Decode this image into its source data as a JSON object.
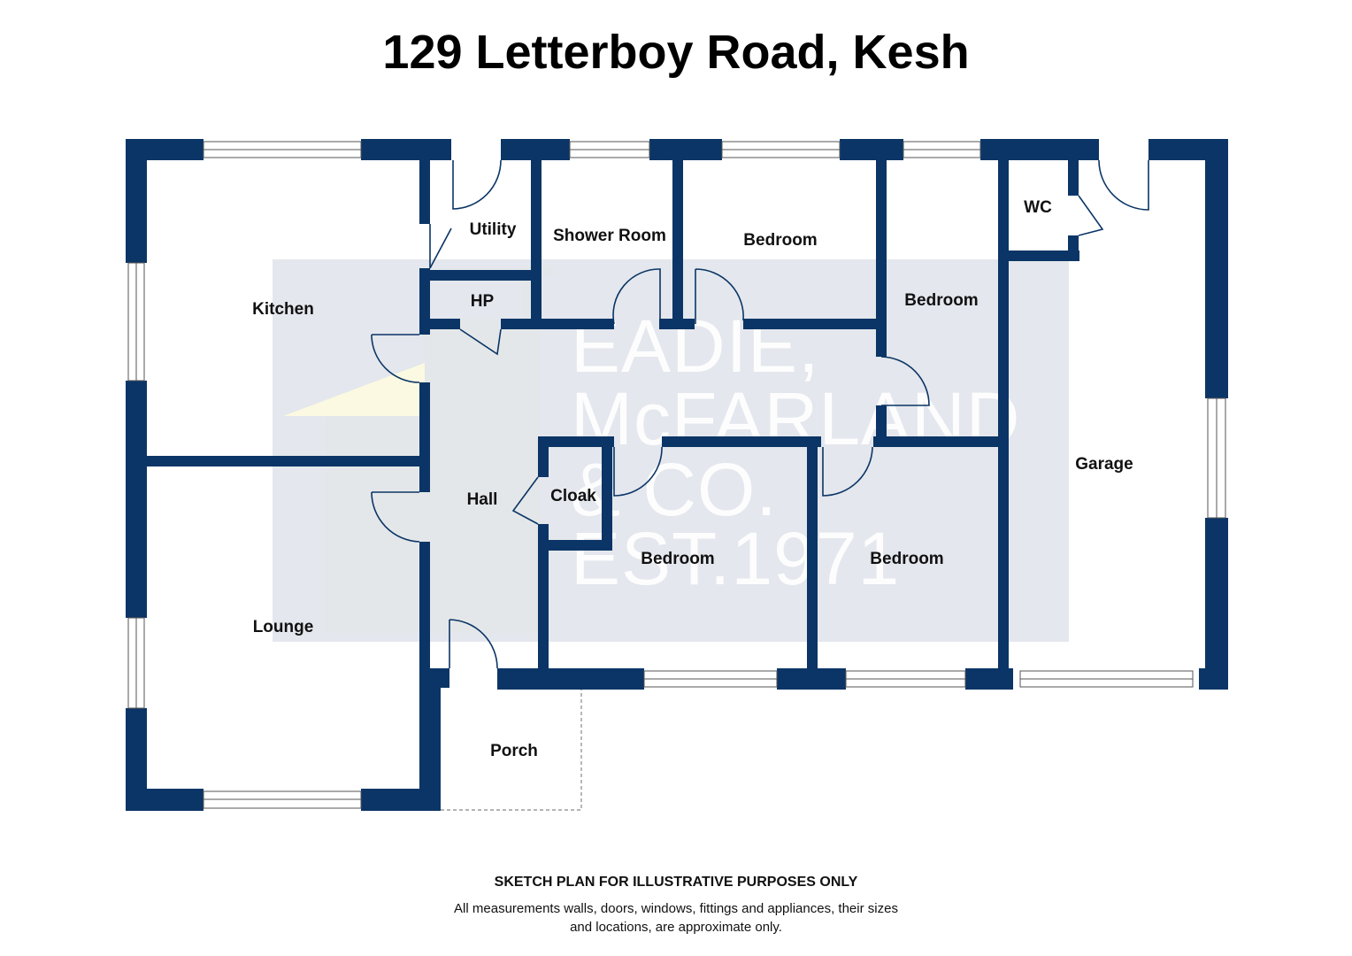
{
  "title": "129 Letterboy Road, Kesh",
  "rooms": {
    "kitchen": "Kitchen",
    "utility": "Utility",
    "shower_room": "Shower Room",
    "bedroom_top": "Bedroom",
    "bedroom_right": "Bedroom",
    "wc": "WC",
    "hp": "HP",
    "hall": "Hall",
    "cloak": "Cloak",
    "bedroom_mid": "Bedroom",
    "bedroom_mid_right": "Bedroom",
    "garage": "Garage",
    "lounge": "Lounge",
    "porch": "Porch"
  },
  "watermark": {
    "line1": "EADIE,",
    "line2": "McFARLAND",
    "line3": "& CO.",
    "line4": "EST.1971"
  },
  "footer": {
    "heading": "SKETCH PLAN FOR ILLUSTRATIVE PURPOSES ONLY",
    "note": "All measurements walls, doors, windows, fittings and appliances, their sizes and locations, are approximate only."
  },
  "colors": {
    "wall": "#0b3566",
    "hall_fill": "#fdfbe0",
    "watermark_box": "#dfe3ea"
  }
}
